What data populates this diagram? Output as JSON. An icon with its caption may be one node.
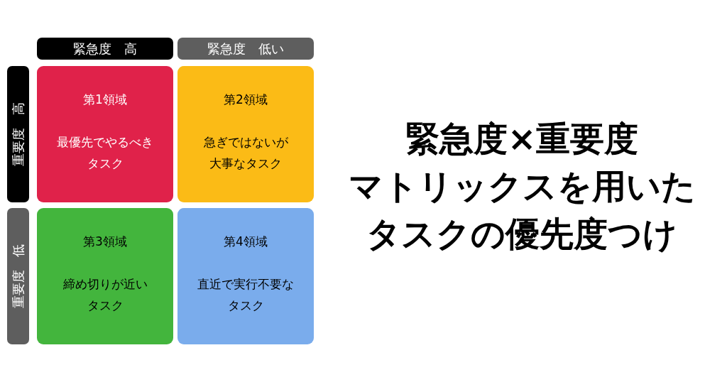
{
  "diagram": {
    "title": "緊急度×重要度マトリックスを用いたタスクの優先度つけ",
    "nodes": [
      {
        "text": [
          "緊急度　高"
        ]
      },
      {
        "text": [
          "緊急度　低い"
        ]
      },
      {
        "text": [
          "重要度　高"
        ]
      },
      {
        "text": [
          "重要度　低"
        ]
      },
      {
        "text": [
          "第1領域",
          "最優先でやるべきタスク"
        ]
      },
      {
        "text": [
          "第2領域",
          "急ぎではないが大事なタスク"
        ]
      },
      {
        "text": [
          "第3領域",
          "締め切りが近いタスク"
        ]
      },
      {
        "text": [
          "第4領域",
          "直近で実行不要なタスク"
        ]
      }
    ],
    "edges": []
  }
}
